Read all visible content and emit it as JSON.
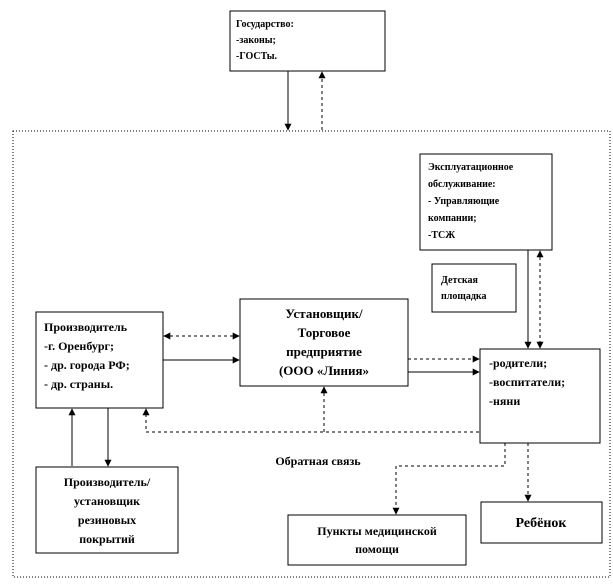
{
  "nodes": {
    "state": {
      "lines": [
        "Государство:",
        "-законы;",
        "-ГОСТы."
      ]
    },
    "maintenance": {
      "lines": [
        "Эксплуатационное",
        "обслуживание:",
        "- Управляющие",
        "компании;",
        "-ТСЖ"
      ]
    },
    "playground": {
      "lines": [
        "Детская",
        "площадка"
      ]
    },
    "producer": {
      "lines": [
        "Производитель",
        "-г. Оренбург;",
        "- др. города РФ;",
        "- др. страны."
      ]
    },
    "installer": {
      "lines": [
        "Установщик/",
        "Торговое",
        "предприятие",
        "(ООО «Линия»"
      ]
    },
    "parents": {
      "lines": [
        "-родители;",
        "-воспитатели;",
        "-няни"
      ]
    },
    "rubber": {
      "lines": [
        "Производитель/",
        "установщик",
        "резиновых",
        "покрытий"
      ]
    },
    "medical": {
      "lines": [
        "Пункты медицинской",
        "помощи"
      ]
    },
    "child": {
      "lines": [
        "Ребёнок"
      ]
    }
  },
  "feedback_label": "Обратная связь"
}
